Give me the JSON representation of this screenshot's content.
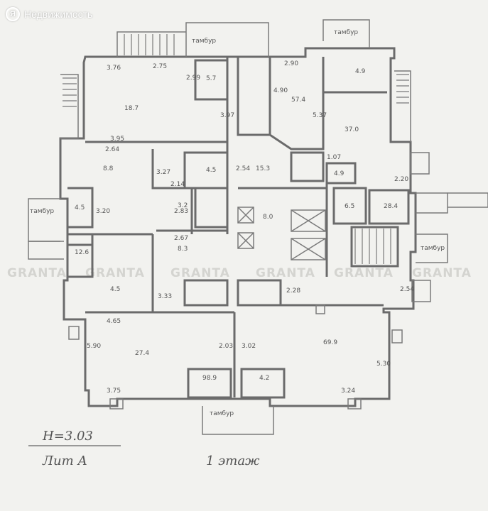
{
  "brand": {
    "logo_letter": "Я",
    "name": "Недвижимость"
  },
  "plan": {
    "lit": "Лит А",
    "height": "H=3.03",
    "floor": "1 этаж",
    "watermark": "GRANTA",
    "areas": [
      "5.7",
      "18.7",
      "57.4",
      "37.0",
      "4.9",
      "8.8",
      "15.3",
      "4.5",
      "12.6",
      "4.5",
      "6.5",
      "28.4",
      "27.4",
      "69.9",
      "98.9",
      "4.2",
      "3.2",
      "8.0",
      "8.3",
      "4.5",
      "4.9"
    ],
    "dims": [
      "3.76",
      "2.75",
      "2.99",
      "3.97",
      "3.95",
      "2.64",
      "4.90",
      "5.37",
      "2.90",
      "2.20",
      "1.07",
      "2.54",
      "3.27",
      "2.14",
      "2.83",
      "2.67",
      "3.20",
      "3.33",
      "4.65",
      "5.90",
      "3.02",
      "2.54",
      "2.28",
      "5.30",
      "3.75",
      "3.24",
      "2.03"
    ],
    "stairs": [
      "тамбур",
      "тамбур",
      "тамбур",
      "тамбур",
      "тамбур"
    ]
  }
}
